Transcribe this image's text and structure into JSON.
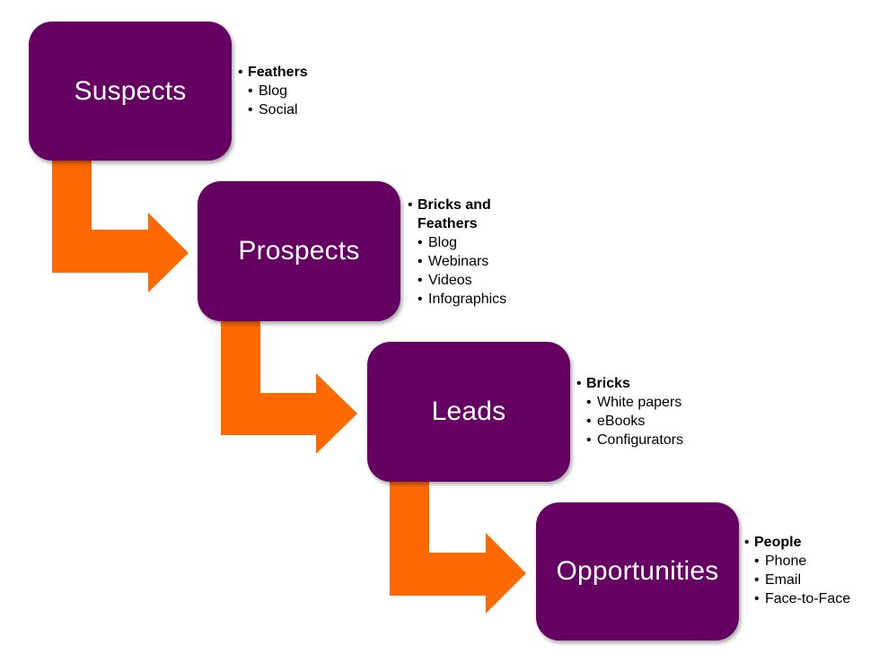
{
  "diagram": {
    "arrow_color": "#ff6a00",
    "box_color": "#650062",
    "stages": [
      {
        "title": "Suspects",
        "heading": "Feathers",
        "items": [
          "Blog",
          "Social"
        ]
      },
      {
        "title": "Prospects",
        "heading": "Bricks and Feathers",
        "items": [
          "Blog",
          "Webinars",
          "Videos",
          "Infographics"
        ]
      },
      {
        "title": "Leads",
        "heading": "Bricks",
        "items": [
          "White papers",
          "eBooks",
          "Configurators"
        ]
      },
      {
        "title": "Opportunities",
        "heading": "People",
        "items": [
          "Phone",
          "Email",
          "Face-to-Face"
        ]
      }
    ]
  }
}
